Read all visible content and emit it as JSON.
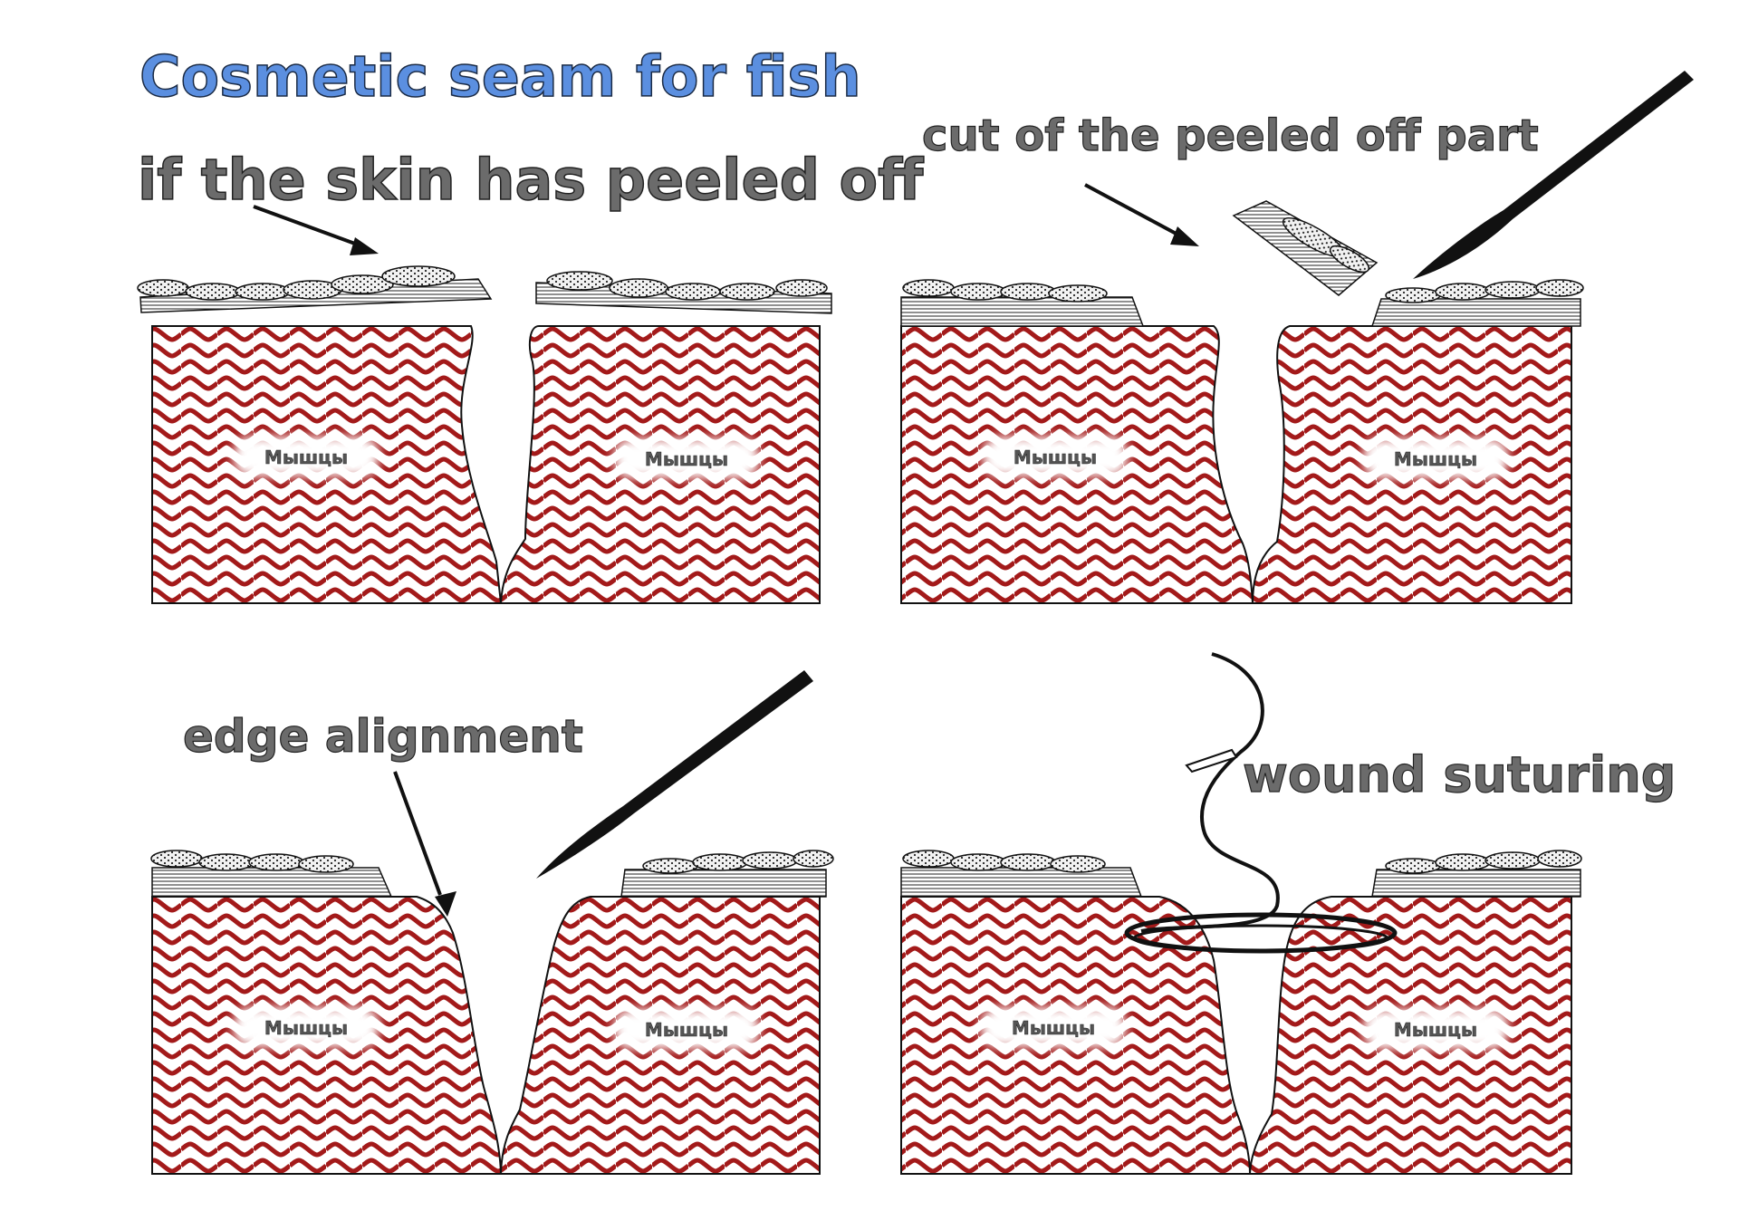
{
  "title": "Cosmetic seam for fish",
  "steps": [
    {
      "caption": "if the skin has peeled off"
    },
    {
      "caption": "cut of the peeled off part"
    },
    {
      "caption": "edge alignment"
    },
    {
      "caption": "wound suturing"
    }
  ],
  "muscle_label": "Мышцы",
  "colors": {
    "title_fill": "#5b8fe0",
    "caption_fill": "#6b6b6b",
    "muscle_red": "#a31a1a",
    "outline": "#111111"
  }
}
